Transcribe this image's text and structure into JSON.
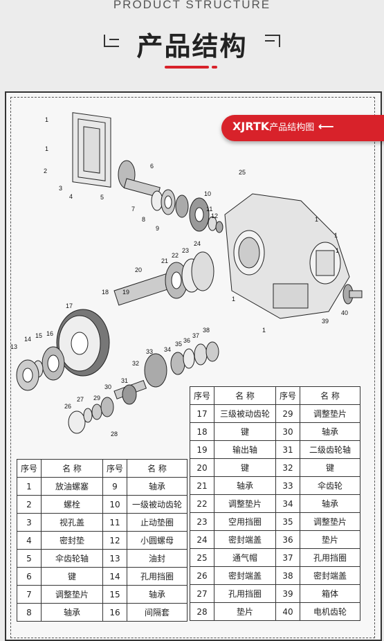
{
  "header": {
    "title_en": "PRODUCT STRUCTURE",
    "title_cn": "产品结构"
  },
  "tag": {
    "model": "XJRTK",
    "text": "产品结构图"
  },
  "table": {
    "col_no": "序号",
    "col_name": "名  称",
    "left_rows": [
      [
        "1",
        "放油螺塞",
        "9",
        "轴承"
      ],
      [
        "2",
        "螺栓",
        "10",
        "一级被动齿轮"
      ],
      [
        "3",
        "视孔盖",
        "11",
        "止动垫圈"
      ],
      [
        "4",
        "密封垫",
        "12",
        "小圆螺母"
      ],
      [
        "5",
        "伞齿轮轴",
        "13",
        "油封"
      ],
      [
        "6",
        "键",
        "14",
        "孔用挡圈"
      ],
      [
        "7",
        "调整垫片",
        "15",
        "轴承"
      ],
      [
        "8",
        "轴承",
        "16",
        "间隔套"
      ]
    ],
    "right_rows": [
      [
        "17",
        "三级被动齿轮",
        "29",
        "调整垫片"
      ],
      [
        "18",
        "键",
        "30",
        "轴承"
      ],
      [
        "19",
        "输出轴",
        "31",
        "二级齿轮轴"
      ],
      [
        "20",
        "键",
        "32",
        "键"
      ],
      [
        "21",
        "轴承",
        "33",
        "伞齿轮"
      ],
      [
        "22",
        "调整垫片",
        "34",
        "轴承"
      ],
      [
        "23",
        "空用挡圈",
        "35",
        "调整垫片"
      ],
      [
        "24",
        "密封端盖",
        "36",
        "垫片"
      ],
      [
        "25",
        "通气帽",
        "37",
        "孔用挡圈"
      ],
      [
        "26",
        "密封端盖",
        "38",
        "密封端盖"
      ],
      [
        "27",
        "孔用挡圈",
        "39",
        "箱体"
      ],
      [
        "28",
        "垫片",
        "40",
        "电机齿轮"
      ]
    ]
  },
  "callouts": [
    "1",
    "1",
    "2",
    "3",
    "4",
    "5",
    "6",
    "7",
    "8",
    "9",
    "10",
    "11",
    "12",
    "25",
    "1",
    "1",
    "1",
    "1",
    "1",
    "39",
    "40",
    "20",
    "21",
    "22",
    "23",
    "24",
    "18",
    "19",
    "17",
    "13",
    "14",
    "15",
    "16",
    "38",
    "37",
    "36",
    "35",
    "34",
    "33",
    "32",
    "31",
    "30",
    "29",
    "27",
    "26",
    "28"
  ]
}
